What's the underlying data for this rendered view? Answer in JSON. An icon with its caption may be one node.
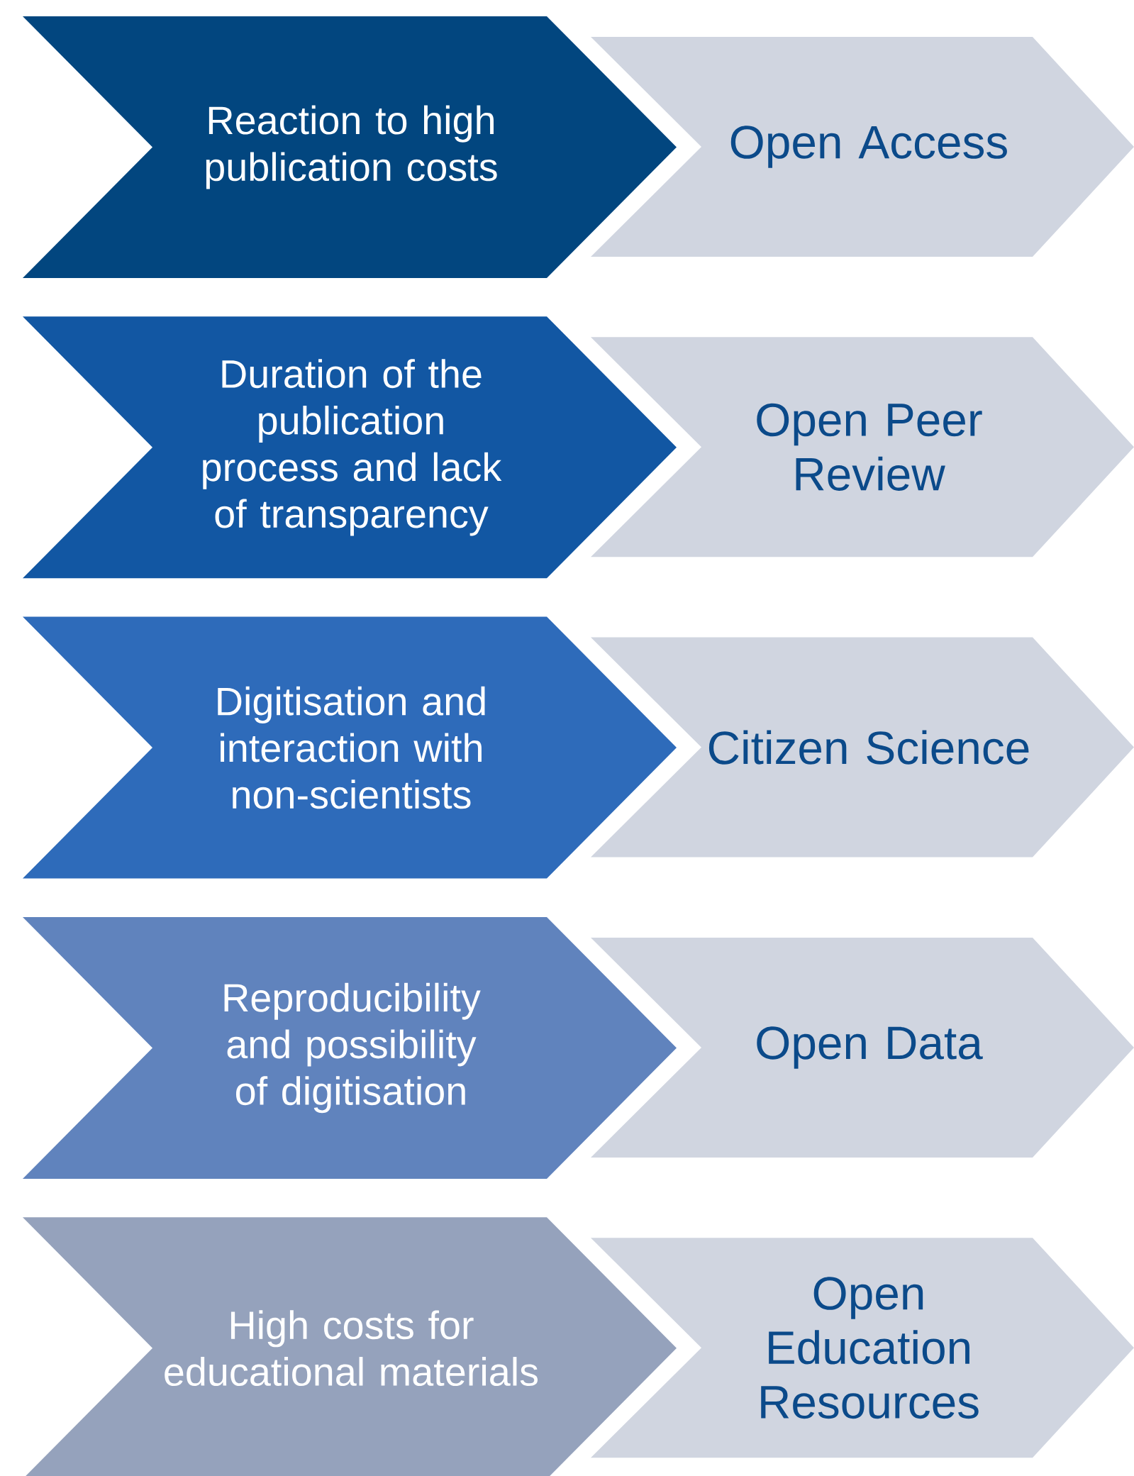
{
  "diagram": {
    "nodes": [
      {
        "text": [
          "Reaction to high publication costs"
        ]
      },
      {
        "text": [
          "Open Access"
        ]
      },
      {
        "text": [
          "Duration of the publication process and lack of transparency"
        ]
      },
      {
        "text": [
          "Open Peer Review"
        ]
      },
      {
        "text": [
          "Digitisation and interaction with non-scientists"
        ]
      },
      {
        "text": [
          "Citizen Science"
        ]
      },
      {
        "text": [
          "Reproducibility and possibility of digitisation"
        ]
      },
      {
        "text": [
          "Open Data"
        ]
      },
      {
        "text": [
          "High costs for educational materials"
        ]
      },
      {
        "text": [
          "Open Education Resources"
        ]
      }
    ]
  }
}
